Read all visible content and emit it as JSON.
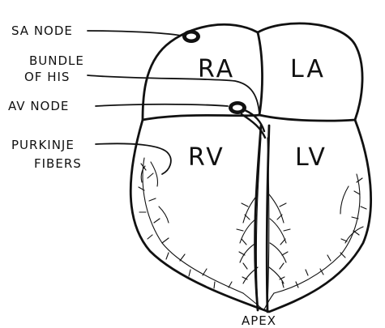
{
  "labels": {
    "sa_node": "SA NODE",
    "bundle_of_his_line1": "BUNDLE",
    "bundle_of_his_line2": "OF HIS",
    "av_node": "AV NODE",
    "purkinje_line1": "PURKINJE",
    "purkinje_line2": "FIBERS",
    "apex": "APEX"
  },
  "chambers": {
    "ra": "RA",
    "la": "LA",
    "rv": "RV",
    "lv": "LV"
  },
  "colors": {
    "ink": "#111111",
    "background": "#ffffff"
  }
}
